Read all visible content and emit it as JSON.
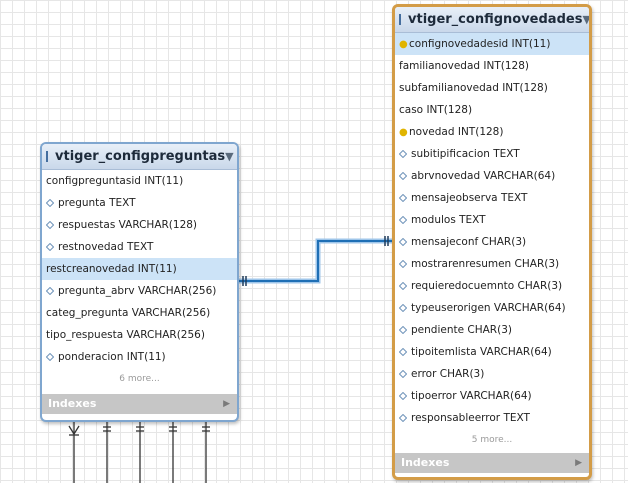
{
  "tables": [
    {
      "title": "vtiger_configpreguntas",
      "columns": [
        {
          "text": "configpreguntasid INT(11)",
          "icon": "none",
          "selected": false
        },
        {
          "text": "pregunta TEXT",
          "icon": "diamond",
          "selected": false
        },
        {
          "text": "respuestas VARCHAR(128)",
          "icon": "diamond",
          "selected": false
        },
        {
          "text": "restnovedad TEXT",
          "icon": "diamond",
          "selected": false
        },
        {
          "text": "restcreanovedad INT(11)",
          "icon": "none",
          "selected": true
        },
        {
          "text": "pregunta_abrv VARCHAR(256)",
          "icon": "diamond",
          "selected": false
        },
        {
          "text": "categ_pregunta VARCHAR(256)",
          "icon": "none",
          "selected": false
        },
        {
          "text": "tipo_respuesta VARCHAR(256)",
          "icon": "none",
          "selected": false
        },
        {
          "text": "ponderacion INT(11)",
          "icon": "diamond",
          "selected": false
        }
      ],
      "more": "6 more...",
      "indexes": "Indexes"
    },
    {
      "title": "vtiger_confignovedades",
      "columns": [
        {
          "text": "confignovedadesid INT(11)",
          "icon": "key",
          "selected": true
        },
        {
          "text": "familianovedad INT(128)",
          "icon": "none",
          "selected": false
        },
        {
          "text": "subfamilianovedad INT(128)",
          "icon": "none",
          "selected": false
        },
        {
          "text": "caso INT(128)",
          "icon": "none",
          "selected": false
        },
        {
          "text": "novedad INT(128)",
          "icon": "key",
          "selected": false
        },
        {
          "text": "subitipificacion TEXT",
          "icon": "diamond",
          "selected": false
        },
        {
          "text": "abrvnovedad VARCHAR(64)",
          "icon": "diamond",
          "selected": false
        },
        {
          "text": "mensajeobserva TEXT",
          "icon": "diamond",
          "selected": false
        },
        {
          "text": "modulos TEXT",
          "icon": "diamond",
          "selected": false
        },
        {
          "text": "mensajeconf CHAR(3)",
          "icon": "diamond",
          "selected": false
        },
        {
          "text": "mostrarenresumen CHAR(3)",
          "icon": "diamond",
          "selected": false
        },
        {
          "text": "requieredocuemnto CHAR(3)",
          "icon": "diamond",
          "selected": false
        },
        {
          "text": "typeuserorigen VARCHAR(64)",
          "icon": "diamond",
          "selected": false
        },
        {
          "text": "pendiente CHAR(3)",
          "icon": "diamond",
          "selected": false
        },
        {
          "text": "tipoitemlista VARCHAR(64)",
          "icon": "diamond",
          "selected": false
        },
        {
          "text": "error CHAR(3)",
          "icon": "diamond",
          "selected": false
        },
        {
          "text": "tipoerror VARCHAR(64)",
          "icon": "diamond",
          "selected": false
        },
        {
          "text": "responsableerror TEXT",
          "icon": "diamond",
          "selected": false
        }
      ],
      "more": "5 more...",
      "indexes": "Indexes"
    }
  ],
  "colors": {
    "relationship_line": "#1f6fb5",
    "selected_row": "#cce3f7",
    "header_border_1": "#7fa6cf",
    "header_border_2": "#d39c47"
  }
}
